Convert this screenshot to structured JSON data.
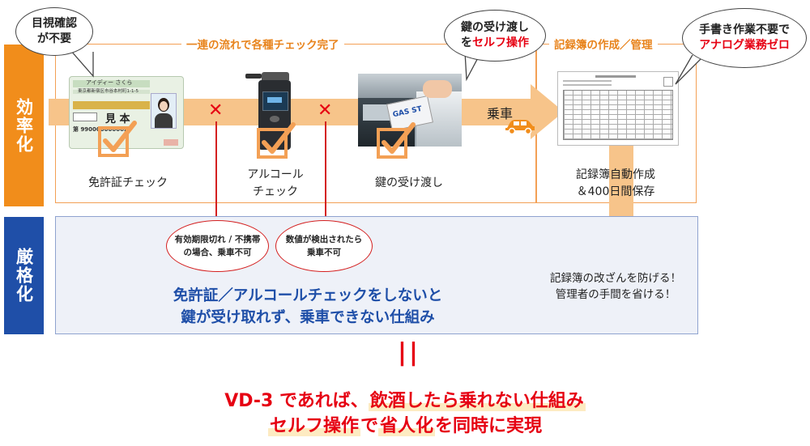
{
  "side": {
    "efficiency": "効率化",
    "strictness": "厳格化"
  },
  "top_bubbles": {
    "visual_check": [
      "目視確認",
      "が不要"
    ],
    "key_handover": {
      "line1": "鍵の受け渡し",
      "line2_prefix": "を",
      "line2_red": "セルフ操作"
    },
    "no_handwriting": {
      "line1": "手書き作業不要で",
      "line2_red": "アナログ業務ゼロ"
    }
  },
  "flow_labels": {
    "checks_complete": "一連の流れで各種チェック完了",
    "log_management": "記録簿の作成／管理"
  },
  "steps": {
    "license": "免許証チェック",
    "alcohol": [
      "アルコール",
      "チェック"
    ],
    "key": "鍵の受け渡し",
    "ride": "乗車",
    "log": [
      "記録簿自動作成",
      "＆400日間保存"
    ]
  },
  "license_card": {
    "name_row": "アイディー さくら",
    "address": "東京都新宿区市谷本村町1-1-5",
    "number_prefix": "第",
    "number": "990000000062",
    "name_char": "見 本"
  },
  "key_card_text": "GAS ST",
  "stop_notes": {
    "license": [
      "有効期限切れ / 不携帯",
      "の場合、乗車不可"
    ],
    "alcohol": [
      "数値が検出されたら",
      "乗車不可"
    ]
  },
  "log_benefits": [
    "記録簿の改ざんを防げる！",
    "管理者の手間を省ける！"
  ],
  "strict_message": [
    "免許証／アルコールチェックをしないと",
    "鍵が受け取れず、乗車できない仕組み"
  ],
  "equals_sign": "||",
  "conclusion": {
    "line1_prefix": "VD-3 であれば、",
    "line1_highlight": "飲酒したら乗れない仕組み",
    "line2_highlight": "セルフ操作",
    "line2_mid": "で",
    "line2_highlight2": "省人化",
    "line2_suffix": "を同時に実現"
  },
  "colors": {
    "accent_orange": "#f18d1b",
    "brand_blue": "#1f4fa8",
    "alert_red": "#e60012"
  },
  "icons": [
    "check-icon",
    "cross-icon",
    "car-icon",
    "arrow-right-icon",
    "arrow-down-icon"
  ]
}
